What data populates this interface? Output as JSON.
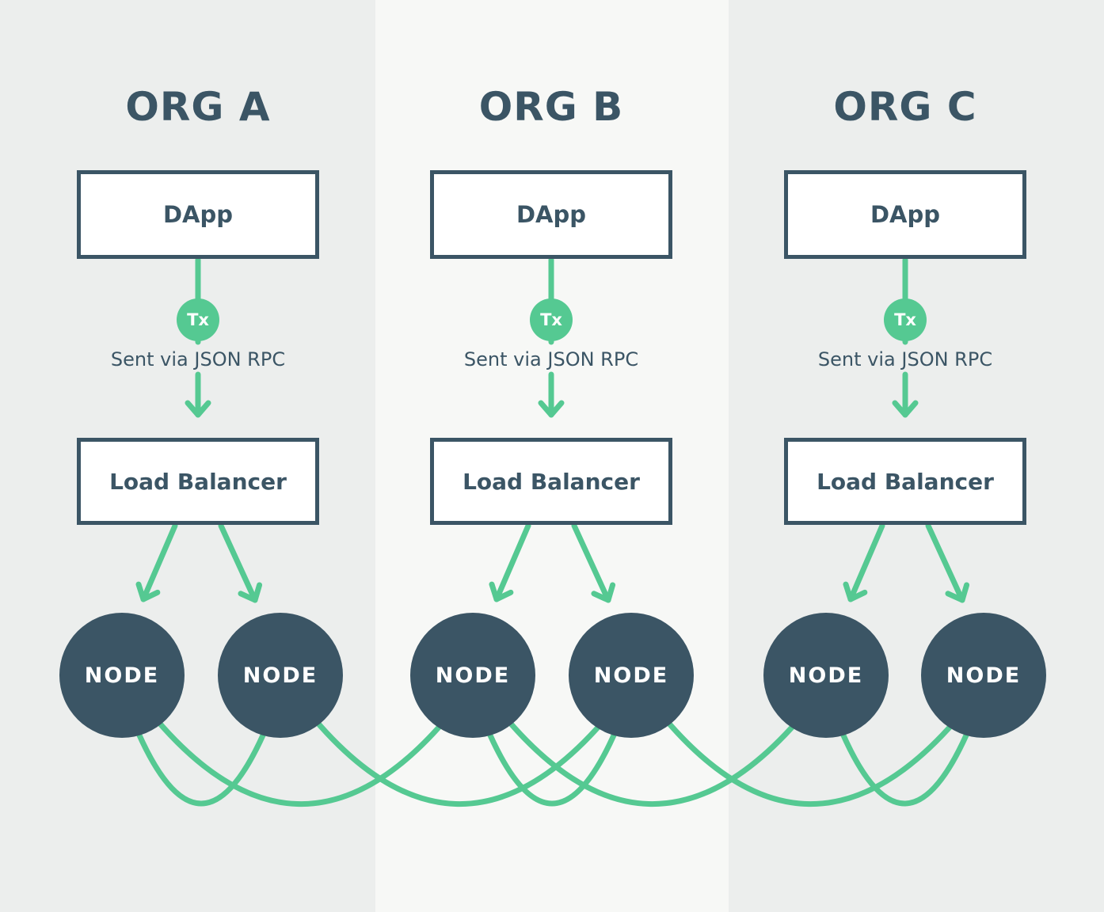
{
  "colors": {
    "panel": "#eceeed",
    "panel_light": "#f7f8f6",
    "slate": "#3b5565",
    "green": "#55c992",
    "box_fill": "#ffffff",
    "node_text": "#ffffff"
  },
  "orgs": [
    {
      "title": "ORG A",
      "dapp_label": "DApp",
      "tx_label": "Tx",
      "rpc_note": "Sent via JSON RPC",
      "load_balancer_label": "Load Balancer",
      "nodes": [
        "NODE",
        "NODE"
      ]
    },
    {
      "title": "ORG B",
      "dapp_label": "DApp",
      "tx_label": "Tx",
      "rpc_note": "Sent via JSON RPC",
      "load_balancer_label": "Load Balancer",
      "nodes": [
        "NODE",
        "NODE"
      ]
    },
    {
      "title": "ORG C",
      "dapp_label": "DApp",
      "tx_label": "Tx",
      "rpc_note": "Sent via JSON RPC",
      "load_balancer_label": "Load Balancer",
      "nodes": [
        "NODE",
        "NODE"
      ]
    }
  ],
  "mesh_links": [
    {
      "from": "node-1",
      "to": "node-2"
    },
    {
      "from": "node-1",
      "to": "node-3"
    },
    {
      "from": "node-2",
      "to": "node-4"
    },
    {
      "from": "node-3",
      "to": "node-4"
    },
    {
      "from": "node-3",
      "to": "node-5"
    },
    {
      "from": "node-4",
      "to": "node-6"
    },
    {
      "from": "node-5",
      "to": "node-6"
    }
  ]
}
